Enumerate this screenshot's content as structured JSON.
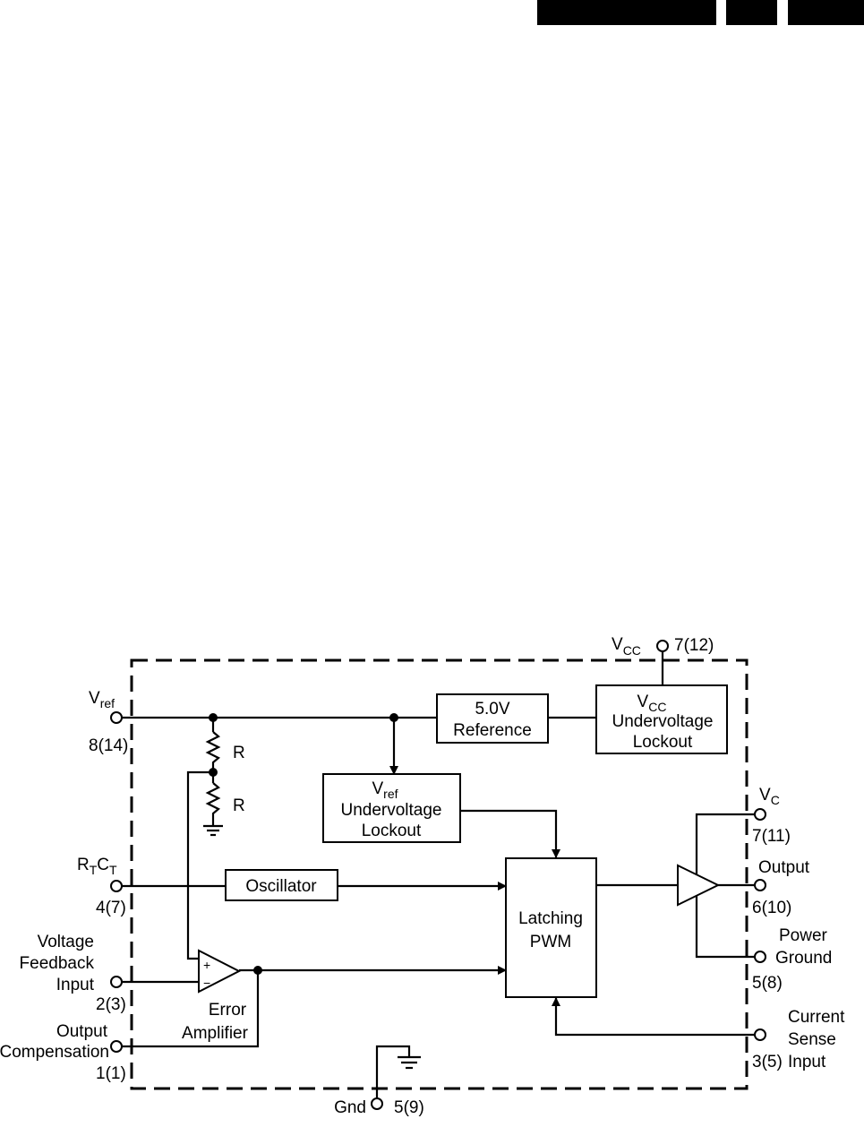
{
  "header_bars": [
    "",
    "",
    ""
  ],
  "pins": {
    "vcc": {
      "name": "V",
      "sub": "CC",
      "number": "7(12)"
    },
    "vref": {
      "name": "V",
      "sub": "ref",
      "number": "8(14)"
    },
    "rtct": {
      "name_r": "R",
      "sub_t1": "T",
      "name_c": "C",
      "sub_t2": "T",
      "number": "4(7)"
    },
    "voltage_feedback": {
      "line1": "Voltage",
      "line2": "Feedback",
      "line3": "Input",
      "number": "2(3)"
    },
    "output_compensation": {
      "line1": "Output",
      "line2": "Compensation",
      "number": "1(1)"
    },
    "gnd": {
      "name": "Gnd",
      "number": "5(9)"
    },
    "vc": {
      "name": "V",
      "sub": "C",
      "number": "7(11)"
    },
    "output": {
      "name": "Output",
      "number": "6(10)"
    },
    "power_ground": {
      "line1": "Power",
      "line2": "Ground",
      "number": "5(8)"
    },
    "current_sense": {
      "line1": "Current",
      "line2": "Sense",
      "line3": "Input",
      "number": "3(5)"
    }
  },
  "blocks": {
    "reference": {
      "line1": "5.0V",
      "line2": "Reference"
    },
    "vcc_uvlo": {
      "name": "V",
      "sub": "CC",
      "line2": "Undervoltage",
      "line3": "Lockout"
    },
    "vref_uvlo": {
      "name": "V",
      "sub": "ref",
      "line2": "Undervoltage",
      "line3": "Lockout"
    },
    "oscillator": {
      "label": "Oscillator"
    },
    "latching_pwm": {
      "line1": "Latching",
      "line2": "PWM"
    },
    "error_amplifier": {
      "line1": "Error",
      "line2": "Amplifier",
      "plus": "+",
      "minus": "−"
    }
  },
  "resistors": {
    "upper": "R",
    "lower": "R"
  }
}
